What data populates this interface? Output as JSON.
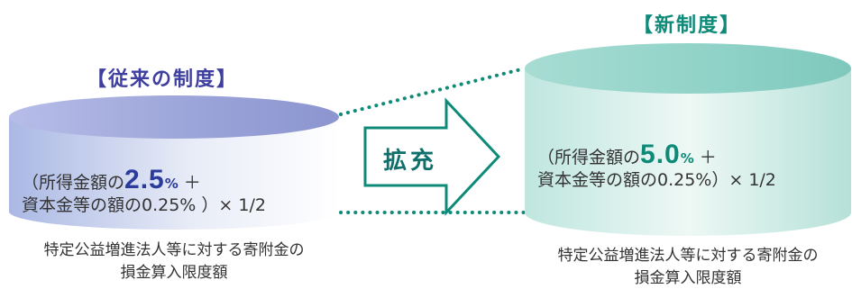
{
  "colors": {
    "old_heading": "#3f3fa0",
    "new_heading": "#0e8a78",
    "old_number": "#2a3b9c",
    "new_number": "#0e8a78",
    "dotted_line": "#0e8a78",
    "arrow_outline": "#0e8a78"
  },
  "old_system": {
    "heading": "【従来の制度】",
    "formula_prefix": "（所得金額の",
    "formula_number": "2.5",
    "formula_percent": "%",
    "formula_plus": " ＋",
    "formula_line2": "資本金等の額の0.25% ）× 1/2",
    "caption_line1": "特定公益増進法人等に対する寄附金の",
    "caption_line2": "損金算入限度額"
  },
  "arrow": {
    "label": "拡充"
  },
  "new_system": {
    "heading": "【新制度】",
    "formula_prefix": "（所得金額の",
    "formula_number": "5.0",
    "formula_percent": "%",
    "formula_plus": " ＋",
    "formula_line2": "資本金等の額の0.25%）× 1/2",
    "caption_line1": "特定公益増進法人等に対する寄附金の",
    "caption_line2": "損金算入限度額"
  }
}
